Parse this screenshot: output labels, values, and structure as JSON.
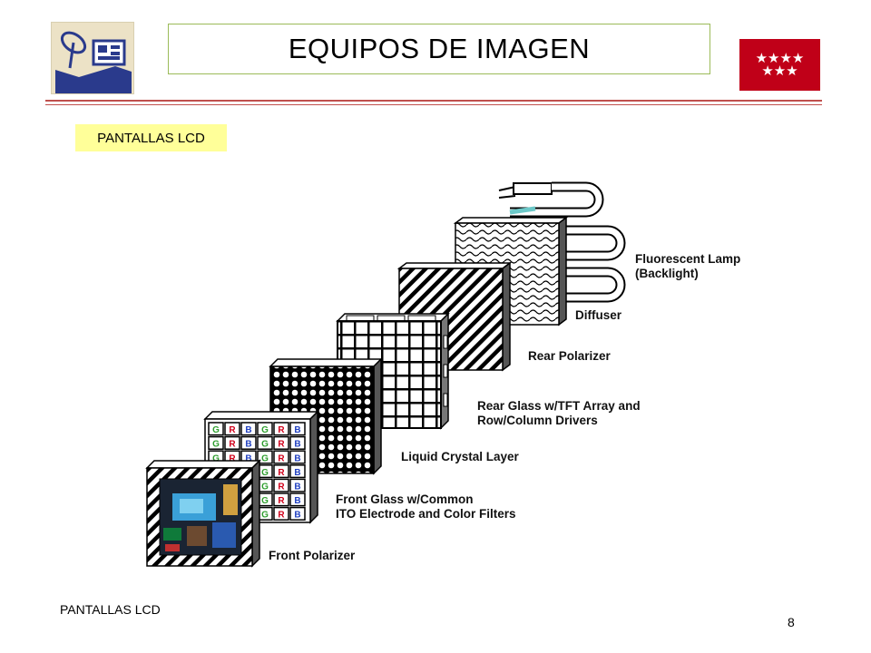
{
  "header": {
    "title": "EQUIPOS DE IMAGEN",
    "left_logo_icon": "satellite-dish-computer-icon",
    "right_logo_icon": "madrid-flag-stars-icon",
    "flag_stars_top": "★★★★",
    "flag_stars_bottom": "★★★"
  },
  "section": {
    "label": "PANTALLAS LCD"
  },
  "diagram": {
    "labels": {
      "lamp_1": "Fluorescent Lamp",
      "lamp_2": "(Backlight)",
      "diffuser": "Diffuser",
      "rear_polarizer": "Rear Polarizer",
      "rear_glass_1": "Rear Glass w/TFT Array and",
      "rear_glass_2": "Row/Column Drivers",
      "liquid_crystal": "Liquid Crystal Layer",
      "front_glass_1": "Front Glass w/Common",
      "front_glass_2": "ITO Electrode and Color Filters",
      "front_polarizer": "Front Polarizer"
    },
    "color_filter_letters": [
      "G",
      "R",
      "B",
      "G",
      "R",
      "B"
    ],
    "colors": {
      "red": "#d0021b",
      "green": "#2e9e2e",
      "blue": "#2040c0"
    }
  },
  "footer": {
    "label": "PANTALLAS LCD",
    "page_number": "8"
  }
}
